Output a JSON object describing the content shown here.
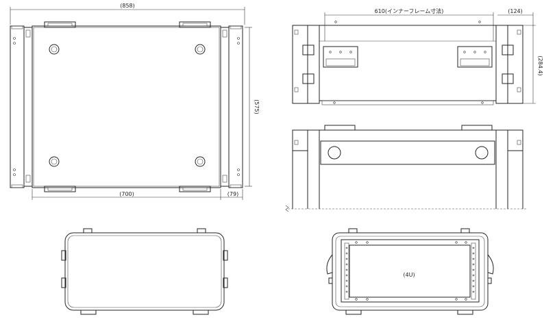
{
  "drawing": {
    "top_view": {
      "overall_width": "(858)",
      "depth": "(575)",
      "inner_width": "(700)",
      "side_projection": "(79)"
    },
    "front_view": {
      "inner_frame_dimension": "610(インナーフレーム寸法)",
      "side_width": "(124)",
      "height": "(284.4)"
    },
    "rear_view": {
      "rack_units": "(4U)"
    }
  }
}
